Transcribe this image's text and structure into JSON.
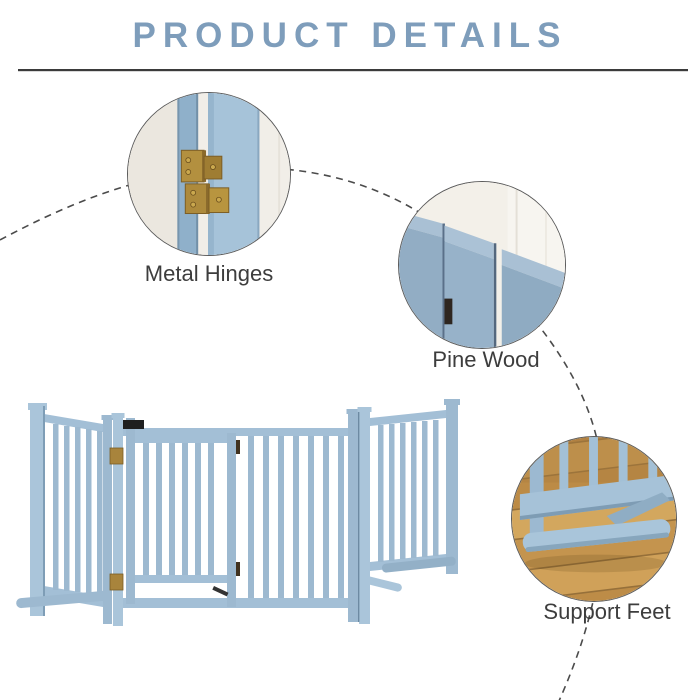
{
  "header": {
    "title": "PRODUCT DETAILS"
  },
  "callouts": [
    {
      "id": "metal-hinges",
      "label": "Metal Hinges"
    },
    {
      "id": "pine-wood",
      "label": "Pine Wood"
    },
    {
      "id": "support-feet",
      "label": "Support Feet"
    }
  ],
  "colors": {
    "title_text": "#7e9dbb",
    "label_text": "#3d3d3d",
    "divider": "#3b3b3b",
    "dashed_line": "#4b4b4b",
    "circle_border": "#5b5b5b",
    "gate_wood_light": "#aac5da",
    "gate_wood_mid": "#9db9d0",
    "gate_wood_shadow": "#7e9db6",
    "hinge_brass": "#b3903f",
    "floor_oak": "#c79750",
    "background": "#ffffff"
  }
}
